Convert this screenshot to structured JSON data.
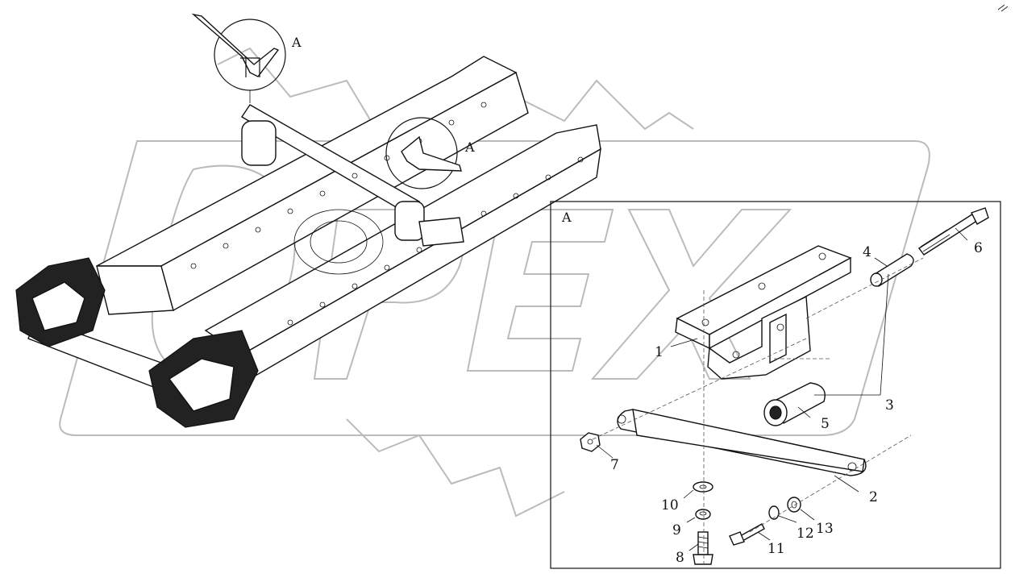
{
  "detail_label": "A",
  "callout_labels": [
    "A",
    "A"
  ],
  "corner_mark": "",
  "parts": [
    {
      "id": "1",
      "label": "1"
    },
    {
      "id": "2",
      "label": "2"
    },
    {
      "id": "3",
      "label": "3"
    },
    {
      "id": "4",
      "label": "4"
    },
    {
      "id": "5",
      "label": "5"
    },
    {
      "id": "6",
      "label": "6"
    },
    {
      "id": "7",
      "label": "7"
    },
    {
      "id": "8",
      "label": "8"
    },
    {
      "id": "9",
      "label": "9"
    },
    {
      "id": "10",
      "label": "10"
    },
    {
      "id": "11",
      "label": "11"
    },
    {
      "id": "12",
      "label": "12"
    },
    {
      "id": "13",
      "label": "13"
    }
  ],
  "watermark_text": "OPEX"
}
